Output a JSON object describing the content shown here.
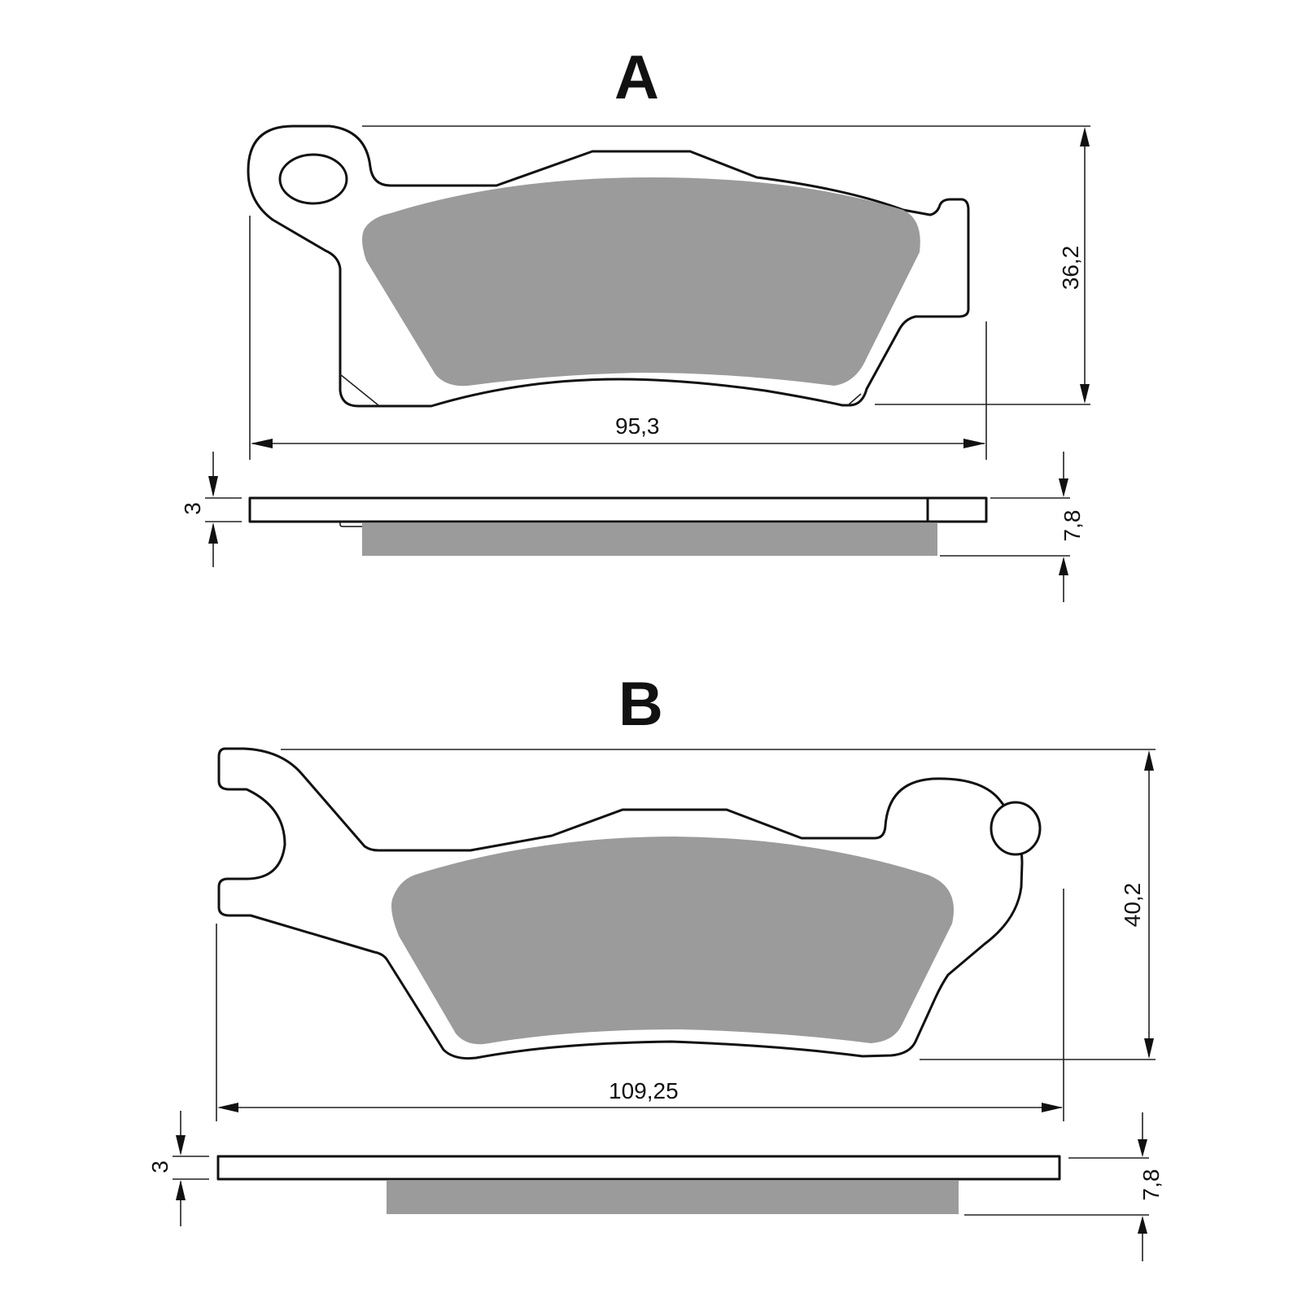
{
  "diagrams": [
    {
      "label": "A",
      "width_mm": "95,3",
      "height_mm": "36,2",
      "backing_thickness_mm": "3",
      "total_thickness_mm": "7,8"
    },
    {
      "label": "B",
      "width_mm": "109,25",
      "height_mm": "40,2",
      "backing_thickness_mm": "3",
      "total_thickness_mm": "7,8"
    }
  ],
  "colors": {
    "friction_material": "#9b9b9b",
    "outline": "#111111",
    "background": "#ffffff"
  }
}
